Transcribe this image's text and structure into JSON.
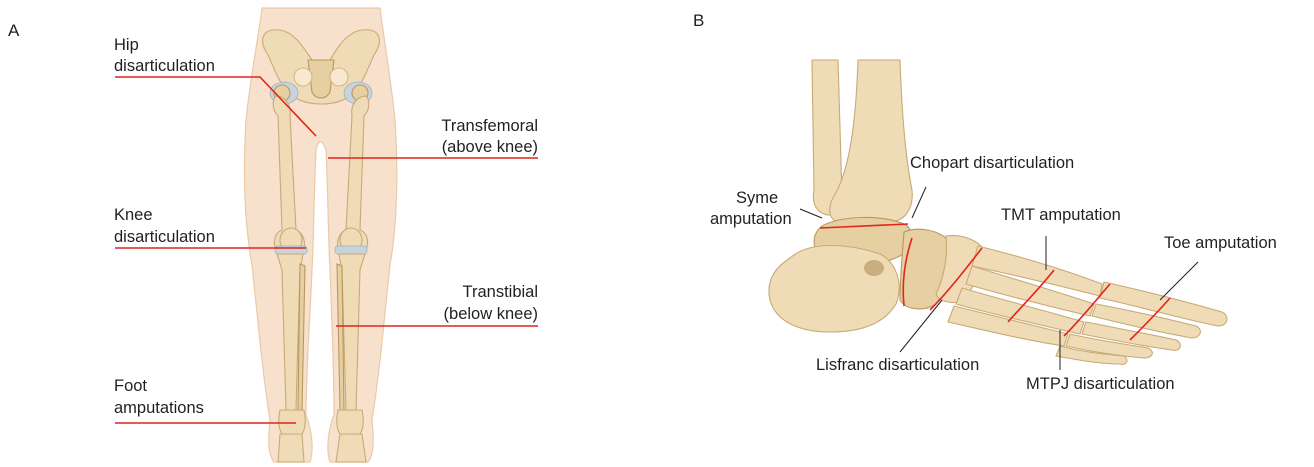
{
  "panel_a": {
    "letter": "A",
    "labels": {
      "hip": [
        "Hip",
        "disarticulation"
      ],
      "knee": [
        "Knee",
        "disarticulation"
      ],
      "foot": [
        "Foot",
        "amputations"
      ],
      "transfemoral": [
        "Transfemoral",
        "(above knee)"
      ],
      "transtibial": [
        "Transtibial",
        "(below knee)"
      ]
    }
  },
  "panel_b": {
    "letter": "B",
    "labels": {
      "syme": [
        "Syme",
        "amputation"
      ],
      "chopart": "Chopart disarticulation",
      "tmt": "TMT amputation",
      "toe": "Toe amputation",
      "lisfranc": "Lisfranc disarticulation",
      "mtpj": "MTPJ disarticulation"
    }
  },
  "colors": {
    "level_line": "#e3231c",
    "skin": "#f7e1cc",
    "bone": "#efdcb6",
    "cartilage": "#c9d3dc",
    "text": "#231f20"
  }
}
